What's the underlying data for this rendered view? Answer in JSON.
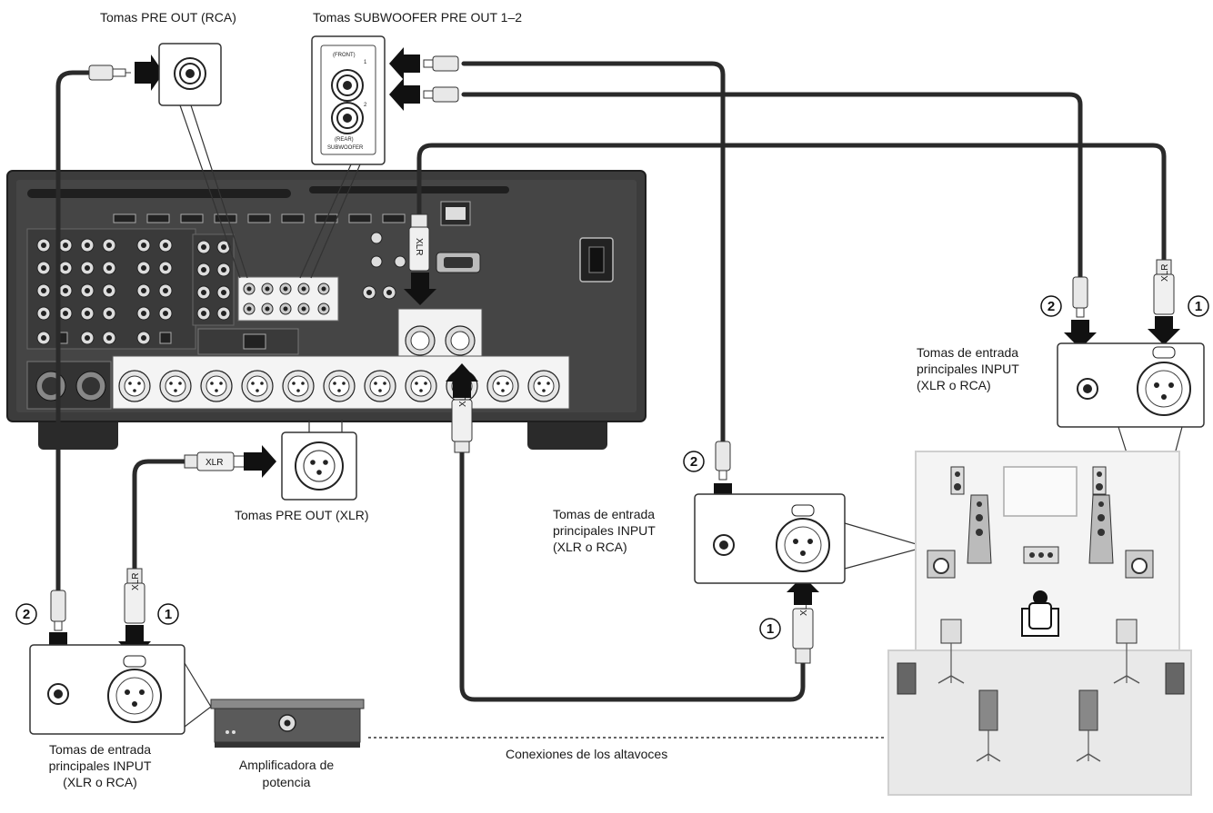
{
  "labels": {
    "rca_pre_out": "Tomas PRE OUT (RCA)",
    "sub_pre_out": "Tomas SUBWOOFER PRE OUT 1–2",
    "xlr_pre_out": "Tomas PRE OUT (XLR)",
    "input_lines": [
      "Tomas de entrada",
      "principales INPUT",
      "(XLR o RCA)"
    ],
    "amp_lines": [
      "Amplificadora de",
      "potencia"
    ],
    "speaker_conn": "Conexiones de los altavoces"
  },
  "callouts": {
    "sub_front": "(FRONT)",
    "sub_rear": "(REAR)",
    "sub_title": "SUBWOOFER",
    "sub_1": "1",
    "sub_2": "2"
  },
  "plug": {
    "xlr": "XLR"
  },
  "markers": {
    "one": "1",
    "two": "2"
  },
  "colors": {
    "panel": "#3c3c3c",
    "panel_dark": "#262626",
    "cable": "#2a2a2a",
    "room_fill": "#eeeeee",
    "room_stroke": "#cfcfcf"
  }
}
